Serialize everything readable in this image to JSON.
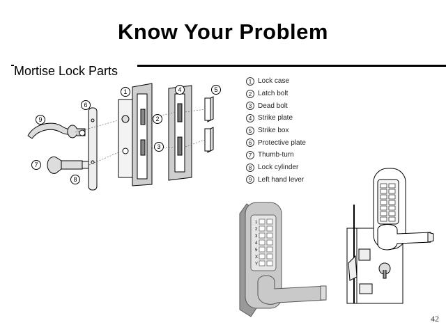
{
  "slide": {
    "title": "Know Your Problem",
    "subtitle": "Mortise Lock Parts",
    "page_number": "42"
  },
  "parts": [
    {
      "num": "1",
      "name": "Lock case"
    },
    {
      "num": "2",
      "name": "Latch bolt"
    },
    {
      "num": "3",
      "name": "Dead bolt"
    },
    {
      "num": "4",
      "name": "Strike plate"
    },
    {
      "num": "5",
      "name": "Strike box"
    },
    {
      "num": "6",
      "name": "Protective plate"
    },
    {
      "num": "7",
      "name": "Thumb-turn"
    },
    {
      "num": "8",
      "name": "Lock cylinder"
    },
    {
      "num": "9",
      "name": "Left hand lever"
    }
  ],
  "keypad_front": {
    "keys": [
      "1",
      "2",
      "3",
      "4",
      "5",
      "X",
      "Y"
    ]
  },
  "colors": {
    "line": "#000000",
    "diagram_gray": "#cfcfcf",
    "lock_gray": "#bdbdbd"
  }
}
